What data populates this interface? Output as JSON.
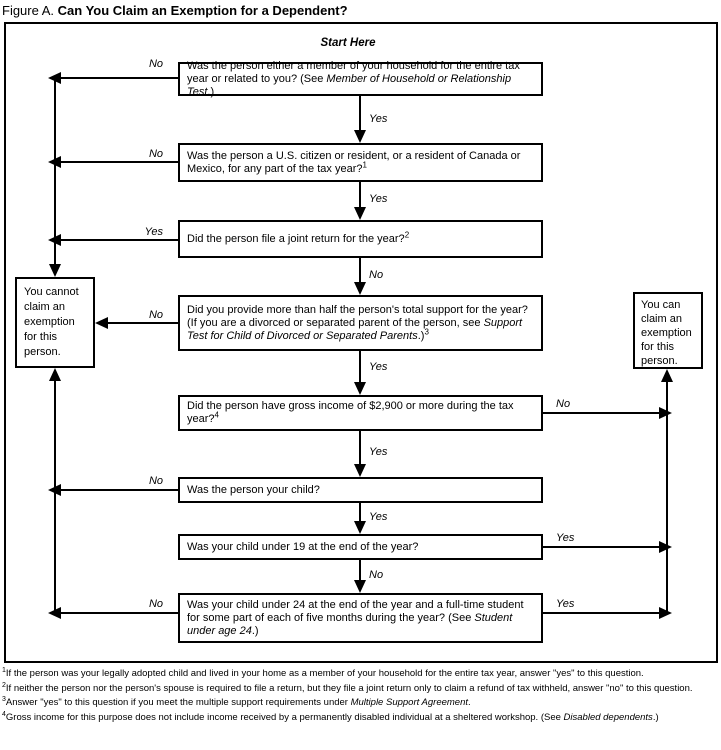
{
  "title": {
    "figure_label": "Figure A.",
    "heading": "Can You Claim an Exemption for a Dependent?"
  },
  "start_label": "Start Here",
  "edge_labels": {
    "yes": "Yes",
    "no": "No"
  },
  "outcomes": {
    "cannot_claim": "You cannot claim an exemption for this person.",
    "can_claim": "You can claim an exemption for this person."
  },
  "questions": [
    {
      "pre": "Was the person either a member of your household for the entire tax year or related to you? (See ",
      "em": "Member of Household or Relationship Test",
      "tail": ".)",
      "sup": ""
    },
    {
      "pre": "Was the person a U.S. citizen or resident, or a resident of Canada or Mexico, for any part of the tax year?",
      "em": "",
      "tail": "",
      "sup": "1"
    },
    {
      "pre": "Did the person file a joint return for the year?",
      "em": "",
      "tail": "",
      "sup": "2"
    },
    {
      "pre": "Did you provide more than half the person's total support for the year? (If you are a divorced or separated parent of the person, see ",
      "em": "Support Test for Child of Divorced or Separated Parents",
      "tail": ".)",
      "sup": "3"
    },
    {
      "pre": "Did the person have gross income of $2,900 or more during the tax year?",
      "em": "",
      "tail": "",
      "sup": "4"
    },
    {
      "pre": "Was the person your child?",
      "em": "",
      "tail": "",
      "sup": ""
    },
    {
      "pre": "Was your child under 19 at the end of the year?",
      "em": "",
      "tail": "",
      "sup": ""
    },
    {
      "pre": "Was your child under 24 at the end of the year and a full-time student for some part of each of five months during the year? (See ",
      "em": "Student under age 24",
      "tail": ".)",
      "sup": ""
    }
  ],
  "footnotes": [
    {
      "sup": "1",
      "pre": "If the person was your legally adopted child and lived in your home as a member of your household for the entire tax year, answer \"yes\" to this question.",
      "em": "",
      "tail": ""
    },
    {
      "sup": "2",
      "pre": "If neither the person nor the person's spouse is required to file a return, but they file a joint return only to claim a refund of tax withheld, answer \"no\" to this question.",
      "em": "",
      "tail": ""
    },
    {
      "sup": "3",
      "pre": "Answer \"yes\" to this question if you meet the multiple support requirements under ",
      "em": "Multiple Support Agreement",
      "tail": "."
    },
    {
      "sup": "4",
      "pre": "Gross income for this purpose does not include income received by a permanently disabled individual at a sheltered workshop. (See ",
      "em": "Disabled dependents",
      "tail": ".)"
    }
  ]
}
